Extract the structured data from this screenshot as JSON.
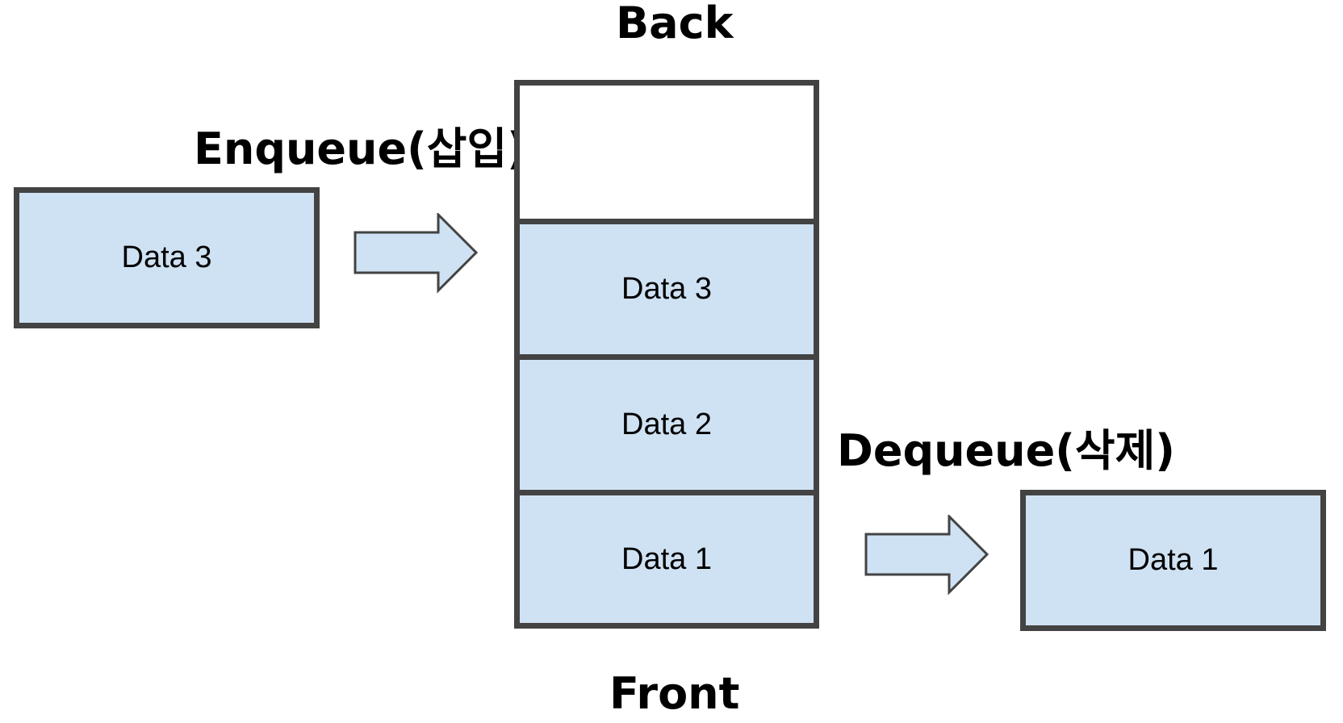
{
  "labels": {
    "back": "Back",
    "front": "Front",
    "enqueue": "Enqueue(삽입)",
    "dequeue": "Dequeue(삭제)"
  },
  "incoming_item": "Data 3",
  "outgoing_item": "Data 1",
  "queue_slots": [
    "",
    "Data 3",
    "Data 2",
    "Data 1"
  ],
  "colors": {
    "border": "#434343",
    "fill": "#cfe2f3",
    "arrow_fill": "#cfe2f3"
  }
}
